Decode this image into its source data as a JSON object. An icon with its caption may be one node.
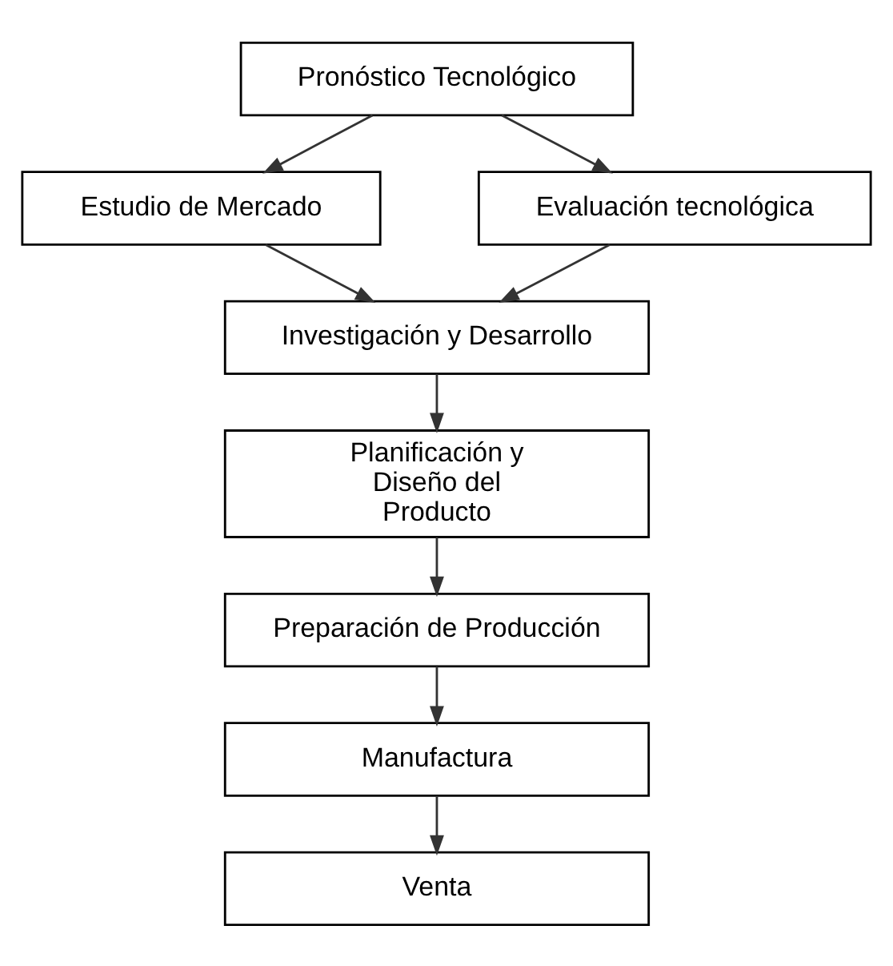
{
  "diagram": {
    "nodes": [
      {
        "text": [
          "Pronóstico Tecnológico"
        ]
      },
      {
        "text": [
          "Estudio de Mercado"
        ]
      },
      {
        "text": [
          "Evaluación tecnológica"
        ]
      },
      {
        "text": [
          "Investigación y Desarrollo"
        ]
      },
      {
        "text": [
          "Planificación y Diseño del Producto"
        ]
      },
      {
        "text": [
          "Preparación de Producción"
        ]
      },
      {
        "text": [
          "Manufactura"
        ]
      },
      {
        "text": [
          "Venta"
        ]
      }
    ],
    "edges": [
      {
        "from": 0,
        "to": 1,
        "arrow": "to"
      },
      {
        "from": 0,
        "to": 2,
        "arrow": "to"
      },
      {
        "from": 1,
        "to": 3,
        "arrow": "to"
      },
      {
        "from": 2,
        "to": 3,
        "arrow": "to"
      },
      {
        "from": 3,
        "to": 4,
        "arrow": "to"
      },
      {
        "from": 4,
        "to": 5,
        "arrow": "to"
      },
      {
        "from": 5,
        "to": 6,
        "arrow": "to"
      },
      {
        "from": 6,
        "to": 7,
        "arrow": "to"
      }
    ]
  }
}
